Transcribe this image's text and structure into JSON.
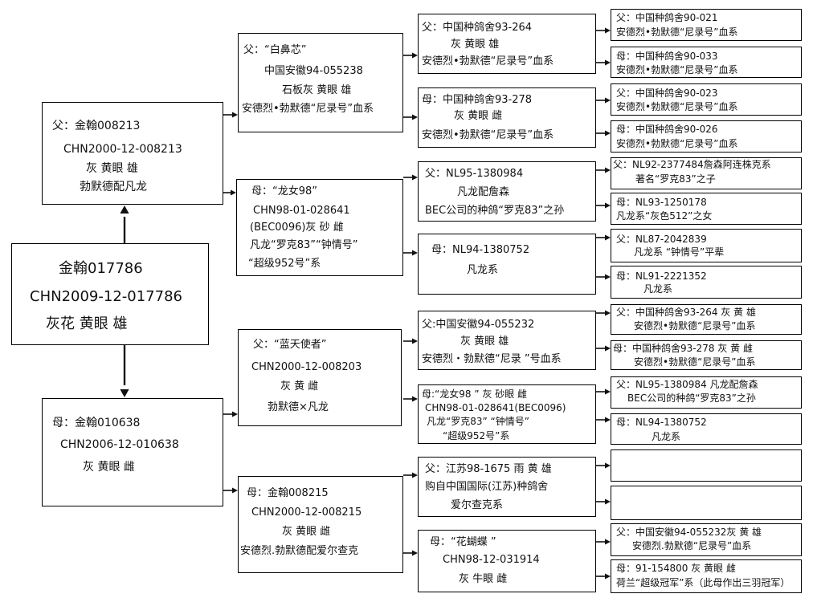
{
  "subject": {
    "lines": [
      "金翰017786",
      "CHN2009-12-017786",
      "灰花 黄眼 雄"
    ]
  },
  "g1": {
    "father": {
      "lines": [
        "父：金翰008213",
        "CHN2000-12-008213",
        "灰 黄眼 雄",
        "勃默德配凡龙"
      ]
    },
    "mother": {
      "lines": [
        "母：金翰010638",
        "CHN2006-12-010638",
        "灰 黄眼 雌"
      ]
    }
  },
  "g2": {
    "ff": {
      "lines": [
        "父：“白鼻芯”",
        "中国安徽94-055238",
        "石板灰 黄眼 雄",
        "安德烈•勃默德“尼录号”血系"
      ]
    },
    "fm": {
      "lines": [
        "母：“龙女98”",
        "CHN98-01-028641",
        "(BEC0096)灰 砂 雌",
        "凡龙“罗克83”“钟情号”",
        "“超级952号”系"
      ]
    },
    "mf": {
      "lines": [
        "父：“蓝天使者”",
        "CHN2000-12-008203",
        "灰 黄 雌",
        "勃默德×凡龙"
      ]
    },
    "mm": {
      "lines": [
        "母：金翰008215",
        "CHN2000-12-008215",
        "灰 黄眼 雌",
        "安德烈.勃默德配爱尔查克"
      ]
    }
  },
  "g3": {
    "fff": {
      "lines": [
        "父：中国种鸽舍93-264",
        "灰 黄眼 雄",
        "安德烈•勃默德“尼录号”血系"
      ]
    },
    "ffm": {
      "lines": [
        "母：中国种鸽舍93-278",
        "灰 黄眼 雌",
        "安德烈•勃默德“尼录号”血系"
      ]
    },
    "fmf": {
      "lines": [
        "父：NL95-1380984",
        "凡龙配詹森",
        "BEC公司的种鸽“罗克83”之孙"
      ]
    },
    "fmm": {
      "lines": [
        "母：NL94-1380752",
        "凡龙系"
      ]
    },
    "mff": {
      "lines": [
        "父:中国安徽94-055232",
        "灰 黄眼 雄",
        "安德烈・勃默德“尼录 ”号血系"
      ]
    },
    "mfm": {
      "lines": [
        "母:“龙女98 ” 灰 砂眼 雌",
        "CHN98-01-028641(BEC0096)",
        "凡龙“罗克83” “钟情号”",
        "“超级952号”系"
      ]
    },
    "mmf": {
      "lines": [
        "父：江苏98-1675 雨 黄 雄",
        "购自中国国际(江苏)种鸽舍",
        "爱尔查克系"
      ]
    },
    "mmm": {
      "lines": [
        "母：“花蝴蝶 ”",
        "CHN98-12-031914",
        "灰 牛眼 雌"
      ]
    }
  },
  "g4": {
    "ffff": {
      "lines": [
        "父：中国种鸽舍90-021",
        "安德烈•勃默德“尼录号”血系"
      ]
    },
    "fffm": {
      "lines": [
        "母：中国种鸽舍90-033",
        "安德烈•勃默德“尼录号”血系"
      ]
    },
    "ffmf": {
      "lines": [
        "父：中国种鸽舍90-023",
        "安德烈•勃默德“尼录号”血系"
      ]
    },
    "ffmm": {
      "lines": [
        "母：中国种鸽舍90-026",
        "安德烈•勃默德“尼录号”血系"
      ]
    },
    "fmff": {
      "lines": [
        "父：NL92-2377484詹森阿连株克系",
        "著名“罗克83”之子"
      ]
    },
    "fmfm": {
      "lines": [
        "母：NL93-1250178",
        "凡龙系“灰色512”之女"
      ]
    },
    "fmmf": {
      "lines": [
        "父：NL87-2042839",
        "凡龙系 “钟情号”平辈"
      ]
    },
    "fmmm": {
      "lines": [
        "母：NL91-2221352",
        "凡龙系"
      ]
    },
    "mfff": {
      "lines": [
        "父：中国种鸽舍93-264 灰 黄 雄",
        "安德烈•勃默德“尼录号”血系"
      ]
    },
    "mffm": {
      "lines": [
        "母：中国种鸽舍93-278 灰 黄 雌",
        "安德烈•勃默德“尼录号”血系"
      ]
    },
    "mfmf": {
      "lines": [
        "父：NL95-1380984 凡龙配詹森",
        "BEC公司的种鸽“罗克83”之孙"
      ]
    },
    "mfmm": {
      "lines": [
        "母：NL94-1380752",
        "凡龙系"
      ]
    },
    "mmff": {
      "lines": []
    },
    "mmfm": {
      "lines": []
    },
    "mmmf": {
      "lines": [
        "父：中国安徽94-055232灰 黄 雄",
        "安德烈.勃默德“尼录号”血系"
      ]
    },
    "mmmm": {
      "lines": [
        "母：91-154800 灰 黄眼 雌",
        "荷兰“超级冠军”系（此母作出三羽冠军）"
      ]
    }
  }
}
